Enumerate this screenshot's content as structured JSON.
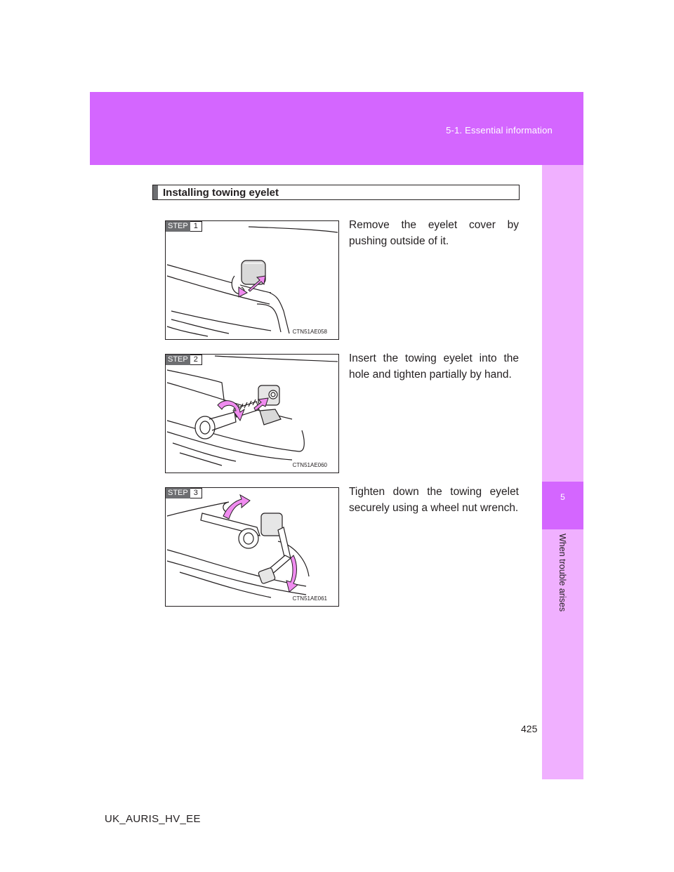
{
  "header": {
    "section": "5-1. Essential information"
  },
  "side_tab": {
    "chapter_number": "5",
    "chapter_title": "When trouble arises"
  },
  "section": {
    "heading": "Installing towing eyelet"
  },
  "steps": [
    {
      "label": "STEP",
      "number": "1",
      "figure_code": "CTN51AE058",
      "text": "Remove the eyelet cover by pushing outside of it."
    },
    {
      "label": "STEP",
      "number": "2",
      "figure_code": "CTN51AE060",
      "text": "Insert the towing eyelet into the hole and tighten partially by hand."
    },
    {
      "label": "STEP",
      "number": "3",
      "figure_code": "CTN51AE061",
      "text": "Tighten down the towing eyelet securely using a wheel nut wrench."
    }
  ],
  "footer": {
    "page_number": "425",
    "document_code": "UK_AURIS_HV_EE"
  },
  "colors": {
    "header_magenta": "#d466ff",
    "side_tab_light": "#f0b0ff",
    "arrow_pink": "#f08cf0",
    "step_badge_gray": "#6d6e71"
  }
}
